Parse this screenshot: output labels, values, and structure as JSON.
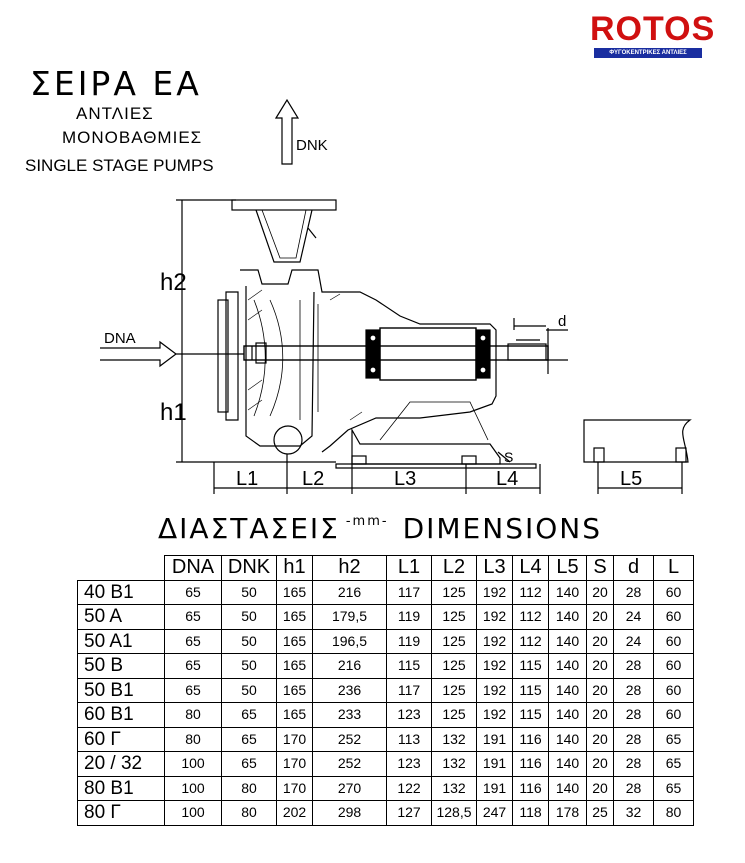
{
  "logo": {
    "brand": "ROTOS",
    "tagline": "ΦΥΓΟΚΕΝΤΡΙΚΕΣ ΑΝΤΛΙΕΣ"
  },
  "heading": {
    "title": "ΣΕΙΡΑ ΕΑ",
    "line1": "ΑΝΤΛΙΕΣ",
    "line2": "ΜΟΝΟΒΑΘΜΙΕΣ",
    "line3": "SINGLE STAGE PUMPS"
  },
  "drawing_labels": {
    "dnk": "DNK",
    "dna": "DNA",
    "h2": "h2",
    "h1": "h1",
    "d": "d",
    "s": "S",
    "l1": "L1",
    "l2": "L2",
    "l3": "L3",
    "l4": "L4",
    "l5": "L5"
  },
  "dimensions": {
    "title_left": "ΔΙΑΣΤΑΣΕΙΣ",
    "unit": "-mm-",
    "title_right": "DIMENSIONS",
    "columns": [
      "DNA",
      "DNK",
      "h1",
      "h2",
      "L1",
      "L2",
      "L3",
      "L4",
      "L5",
      "S",
      "d",
      "L"
    ],
    "rows": [
      {
        "model": "40 B1",
        "values": [
          "65",
          "50",
          "165",
          "216",
          "117",
          "125",
          "192",
          "112",
          "140",
          "20",
          "28",
          "60"
        ]
      },
      {
        "model": "50 A",
        "values": [
          "65",
          "50",
          "165",
          "179,5",
          "119",
          "125",
          "192",
          "112",
          "140",
          "20",
          "24",
          "60"
        ]
      },
      {
        "model": "50 A1",
        "values": [
          "65",
          "50",
          "165",
          "196,5",
          "119",
          "125",
          "192",
          "112",
          "140",
          "20",
          "24",
          "60"
        ]
      },
      {
        "model": "50 B",
        "values": [
          "65",
          "50",
          "165",
          "216",
          "115",
          "125",
          "192",
          "115",
          "140",
          "20",
          "28",
          "60"
        ]
      },
      {
        "model": "50 B1",
        "values": [
          "65",
          "50",
          "165",
          "236",
          "117",
          "125",
          "192",
          "115",
          "140",
          "20",
          "28",
          "60"
        ]
      },
      {
        "model": "60 B1",
        "values": [
          "80",
          "65",
          "165",
          "233",
          "123",
          "125",
          "192",
          "115",
          "140",
          "20",
          "28",
          "60"
        ]
      },
      {
        "model": "60 Γ",
        "values": [
          "80",
          "65",
          "170",
          "252",
          "113",
          "132",
          "191",
          "116",
          "140",
          "20",
          "28",
          "65"
        ]
      },
      {
        "model": "20 / 32",
        "values": [
          "100",
          "65",
          "170",
          "252",
          "123",
          "132",
          "191",
          "116",
          "140",
          "20",
          "28",
          "65"
        ]
      },
      {
        "model": "80 B1",
        "values": [
          "100",
          "80",
          "170",
          "270",
          "122",
          "132",
          "191",
          "116",
          "140",
          "20",
          "28",
          "65"
        ]
      },
      {
        "model": "80 Γ",
        "values": [
          "100",
          "80",
          "202",
          "298",
          "127",
          "128,5",
          "247",
          "118",
          "178",
          "25",
          "32",
          "80"
        ]
      }
    ]
  }
}
